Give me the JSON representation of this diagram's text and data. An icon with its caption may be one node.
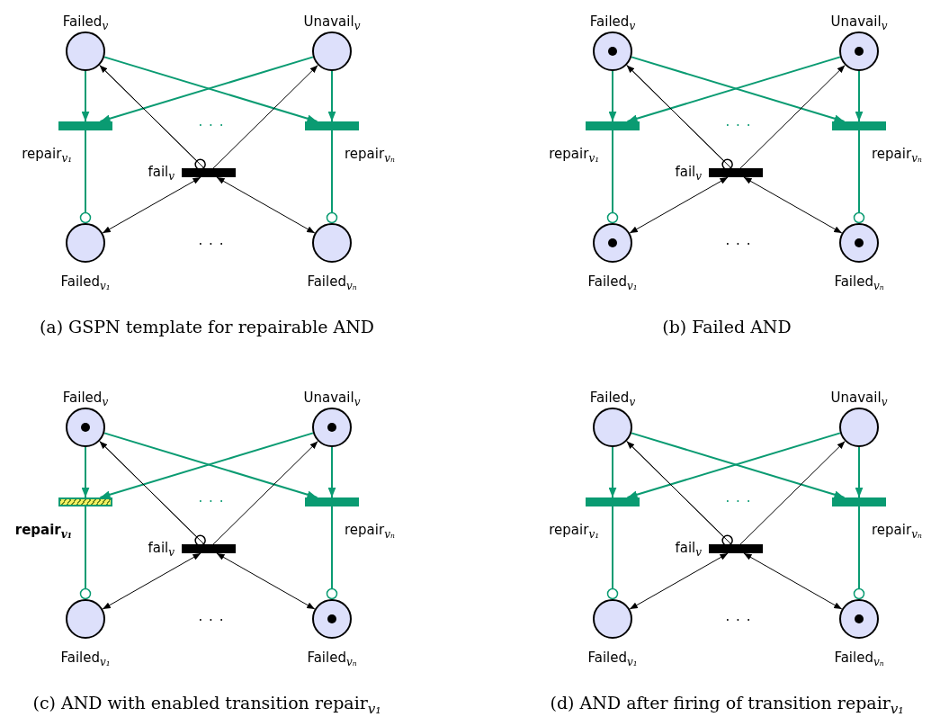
{
  "diagram": {
    "nodes": [
      {
        "text": [
          "Failed$_{v}$"
        ]
      },
      {
        "text": [
          "Unavail$_{v}$"
        ]
      },
      {
        "text": [
          "repair$_{v₁}$"
        ]
      },
      {
        "text": [
          "repair$_{vₙ}$"
        ]
      },
      {
        "text": [
          "fail$_{v}$"
        ]
      },
      {
        "text": [
          "Failed$_{v₁}$"
        ]
      },
      {
        "text": [
          "Failed$_{vₙ}$"
        ]
      },
      {
        "text": [
          "Failed$_{v}$"
        ]
      },
      {
        "text": [],
        "shape": "circle",
        "in": 7
      },
      {
        "text": [
          "Unavail$_{v}$"
        ]
      },
      {
        "text": [],
        "shape": "circle",
        "in": 9
      },
      {
        "text": [
          "repair$_{v₁}$"
        ]
      },
      {
        "text": [
          "repair$_{vₙ}$"
        ]
      },
      {
        "text": [
          "fail$_{v}$"
        ]
      },
      {
        "text": [
          "Failed$_{v₁}$"
        ]
      },
      {
        "text": [],
        "shape": "circle",
        "in": 14
      },
      {
        "text": [
          "Failed$_{vₙ}$"
        ]
      },
      {
        "text": [],
        "shape": "circle",
        "in": 16
      },
      {
        "text": [
          "Failed$_{v}$"
        ]
      },
      {
        "text": [],
        "shape": "circle",
        "in": 18
      },
      {
        "text": [
          "Unavail$_{v}$"
        ]
      },
      {
        "text": [],
        "shape": "circle",
        "in": 20
      },
      {
        "text": [
          "repair$_{v₁}$"
        ]
      },
      {
        "text": [
          "repair$_{vₙ}$"
        ]
      },
      {
        "text": [
          "fail$_{v}$"
        ]
      },
      {
        "text": [
          "Failed$_{v₁}$"
        ]
      },
      {
        "text": [
          "Failed$_{vₙ}$"
        ]
      },
      {
        "text": [],
        "shape": "circle",
        "in": 26
      },
      {
        "text": [
          "Failed$_{v}$"
        ]
      },
      {
        "text": [
          "Unavail$_{v}$"
        ]
      },
      {
        "text": [
          "repair$_{v₁}$"
        ]
      },
      {
        "text": [
          "repair$_{vₙ}$"
        ]
      },
      {
        "text": [
          "fail$_{v}$"
        ]
      },
      {
        "text": [
          "Failed$_{v₁}$"
        ]
      },
      {
        "text": [
          "Failed$_{vₙ}$"
        ]
      },
      {
        "text": [],
        "shape": "circle",
        "in": 34
      }
    ],
    "edges": [
      {
        "from": 0,
        "to": 2,
        "arrow": "to"
      },
      {
        "from": 0,
        "to": 3,
        "arrow": "to"
      },
      {
        "from": 1,
        "to": 2,
        "arrow": "to"
      },
      {
        "from": 1,
        "to": 3,
        "arrow": "to"
      },
      {
        "from": 2,
        "to": 5,
        "arrow": "other"
      },
      {
        "from": 3,
        "to": 6,
        "arrow": "other"
      },
      {
        "from": 0,
        "to": 4,
        "arrow": "other",
        "color": "#000000"
      },
      {
        "from": 4,
        "to": 0,
        "arrow": "to",
        "color": "#000000"
      },
      {
        "from": 4,
        "to": 1,
        "arrow": "to",
        "color": "#000000"
      },
      {
        "from": 4,
        "to": 5,
        "arrow": "both",
        "color": "#000000"
      },
      {
        "from": 4,
        "to": 6,
        "arrow": "both",
        "color": "#000000"
      },
      {
        "from": 7,
        "to": 11,
        "arrow": "to"
      },
      {
        "from": 7,
        "to": 12,
        "arrow": "to"
      },
      {
        "from": 9,
        "to": 11,
        "arrow": "to"
      },
      {
        "from": 9,
        "to": 12,
        "arrow": "to"
      },
      {
        "from": 11,
        "to": 14,
        "arrow": "other"
      },
      {
        "from": 12,
        "to": 16,
        "arrow": "other"
      },
      {
        "from": 7,
        "to": 13,
        "arrow": "other",
        "color": "#000000"
      },
      {
        "from": 13,
        "to": 7,
        "arrow": "to",
        "color": "#000000"
      },
      {
        "from": 13,
        "to": 9,
        "arrow": "to",
        "color": "#000000"
      },
      {
        "from": 13,
        "to": 14,
        "arrow": "both",
        "color": "#000000"
      },
      {
        "from": 13,
        "to": 16,
        "arrow": "both",
        "color": "#000000"
      },
      {
        "from": 18,
        "to": 22,
        "arrow": "to"
      },
      {
        "from": 18,
        "to": 23,
        "arrow": "to"
      },
      {
        "from": 20,
        "to": 22,
        "arrow": "to"
      },
      {
        "from": 20,
        "to": 23,
        "arrow": "to"
      },
      {
        "from": 22,
        "to": 25,
        "arrow": "other"
      },
      {
        "from": 23,
        "to": 26,
        "arrow": "other"
      },
      {
        "from": 18,
        "to": 24,
        "arrow": "other",
        "color": "#000000"
      },
      {
        "from": 24,
        "to": 18,
        "arrow": "to",
        "color": "#000000"
      },
      {
        "from": 24,
        "to": 20,
        "arrow": "to",
        "color": "#000000"
      },
      {
        "from": 24,
        "to": 25,
        "arrow": "both",
        "color": "#000000"
      },
      {
        "from": 24,
        "to": 26,
        "arrow": "both",
        "color": "#000000"
      },
      {
        "from": 28,
        "to": 30,
        "arrow": "to"
      },
      {
        "from": 28,
        "to": 31,
        "arrow": "to"
      },
      {
        "from": 29,
        "to": 30,
        "arrow": "to"
      },
      {
        "from": 29,
        "to": 31,
        "arrow": "to"
      },
      {
        "from": 30,
        "to": 33,
        "arrow": "other"
      },
      {
        "from": 31,
        "to": 34,
        "arrow": "other"
      },
      {
        "from": 28,
        "to": 32,
        "arrow": "other",
        "color": "#000000"
      },
      {
        "from": 32,
        "to": 28,
        "arrow": "to",
        "color": "#000000"
      },
      {
        "from": 32,
        "to": 29,
        "arrow": "to",
        "color": "#000000"
      },
      {
        "from": 32,
        "to": 33,
        "arrow": "both",
        "color": "#000000"
      },
      {
        "from": 32,
        "to": 34,
        "arrow": "both",
        "color": "#000000"
      }
    ],
    "labels": [
      "· · ·",
      "· · ·",
      "(a) GSPN template for repairable AND",
      "· · ·",
      "· · ·",
      "(b) Failed AND",
      "· · ·",
      "· · ·",
      "(c) AND with enabled transition repair$_{v₁}$",
      "· · ·",
      "· · ·",
      "(d) AND after firing of transition repair$_{v₁}$"
    ]
  }
}
